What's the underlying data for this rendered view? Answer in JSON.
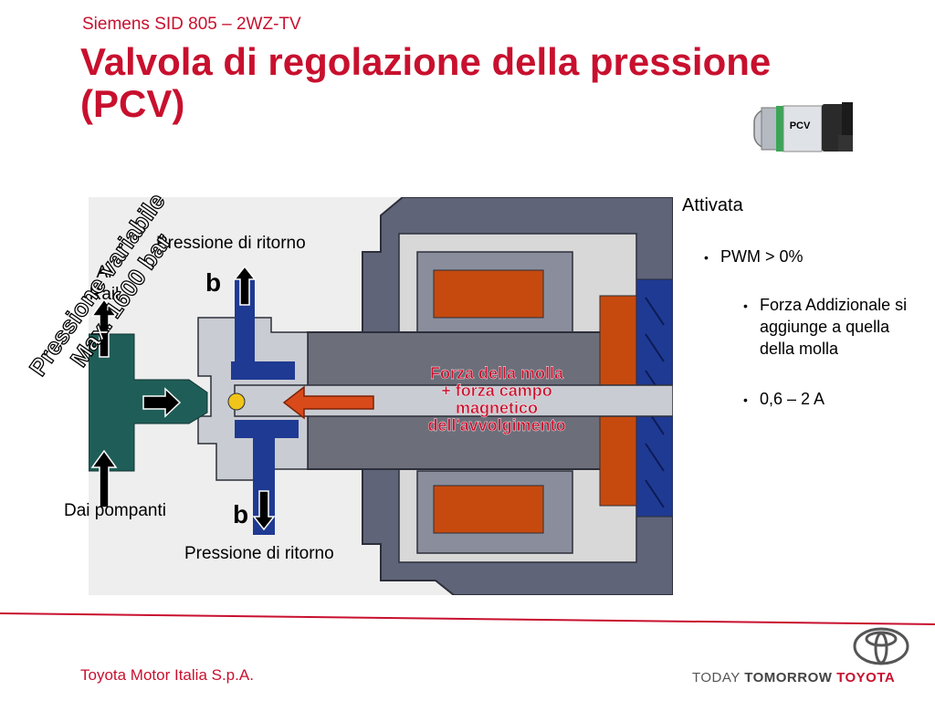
{
  "header": {
    "subtitle": "Siemens SID 805 – 2WZ-TV",
    "title": "Valvola di regolazione della pressione (PCV)",
    "sensor_label": "PCV"
  },
  "diagram": {
    "return_top": "Pressione di ritorno",
    "return_bottom": "Pressione di ritorno",
    "to_rail_line1": "Al",
    "to_rail_line2": "Rail",
    "from_pumps": "Dai pompanti",
    "b_top": "b",
    "b_bottom": "b",
    "variable_pressure_line1": "Pressione variabile",
    "variable_pressure_line2": "Max. 1600 bar",
    "force_line1": "Forza della molla",
    "force_line2": "+ forza campo",
    "force_line3": "magnetico",
    "force_line4": "dell'avvolgimento"
  },
  "sidebar": {
    "heading": "Attivata",
    "bullet1": "PWM > 0%",
    "bullet2": "Forza Addizionale si aggiunge a quella della molla",
    "bullet3": "0,6 – 2 A"
  },
  "footer": {
    "company": "Toyota Motor Italia S.p.A.",
    "tagline1": "TODAY",
    "tagline2": "TOMORROW",
    "tagline3": "TOYOTA"
  },
  "colors": {
    "brand_red": "#c8102e",
    "housing_gray": "#5f6478",
    "coil_orange": "#c64a0e",
    "fluid_teal": "#1f5e58",
    "return_blue": "#1f3a93"
  }
}
